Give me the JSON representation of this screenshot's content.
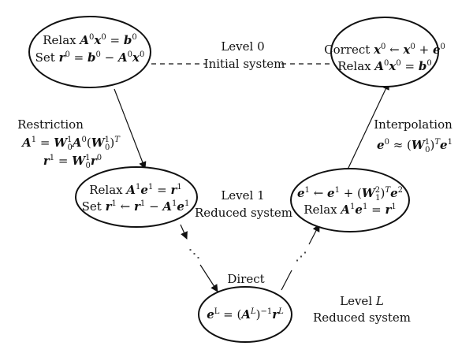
{
  "level0": {
    "label": "Level 0",
    "sublabel": "Initial system"
  },
  "level1": {
    "label": "Level 1",
    "sublabel": "Reduced system"
  },
  "levelL": {
    "label_prefix": "Level ",
    "label_var": "L",
    "sublabel": "Reduced system"
  },
  "edges": {
    "restriction": "Restriction",
    "interpolation": "Interpolation",
    "direct": "Direct",
    "dots": "⋰"
  },
  "math": {
    "relax": "Relax",
    "set": "Set",
    "correct": "Correct"
  }
}
